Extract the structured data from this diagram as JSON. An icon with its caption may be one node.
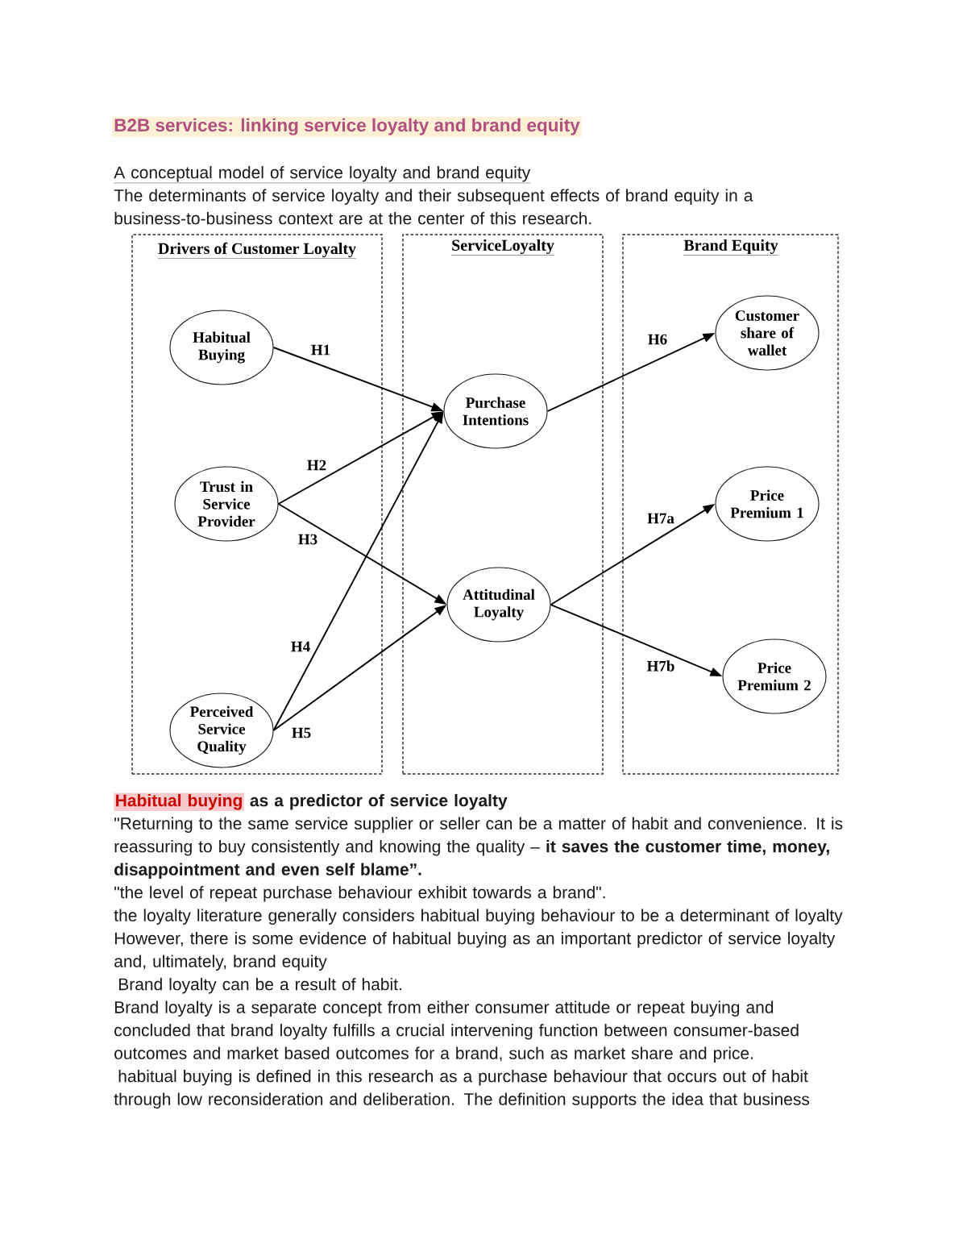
{
  "diagram": {
    "title": "B2B services: linking service loyalty and brand equity",
    "nodes": [
      {
        "text": [
          "Drivers of Customer Loyalty"
        ]
      },
      {
        "text": [
          "ServiceLoyalty"
        ]
      },
      {
        "text": [
          "Brand Equity"
        ]
      },
      {
        "text": [
          "Habitual Buying"
        ],
        "in": 0
      },
      {
        "text": [
          "Trust in Service Provider"
        ],
        "in": 0
      },
      {
        "text": [
          "Perceived Service Quality"
        ],
        "in": 0
      },
      {
        "text": [
          "Purchase Intentions"
        ],
        "in": 1
      },
      {
        "text": [
          "Attitudinal Loyalty"
        ],
        "in": 1
      },
      {
        "text": [
          "Customer share of wallet"
        ],
        "in": 2
      },
      {
        "text": [
          "Price Premium 1"
        ],
        "in": 2
      },
      {
        "text": [
          "Price Premium 2"
        ],
        "in": 2
      }
    ],
    "edges": [
      {
        "from": 3,
        "to": 6,
        "arrow": "to",
        "label": "H1"
      },
      {
        "from": 4,
        "to": 6,
        "arrow": "to",
        "label": "H2"
      },
      {
        "from": 4,
        "to": 7,
        "arrow": "to",
        "label": "H3"
      },
      {
        "from": 5,
        "to": 6,
        "arrow": "to",
        "label": "H4"
      },
      {
        "from": 5,
        "to": 7,
        "arrow": "to",
        "label": "H5"
      },
      {
        "from": 6,
        "to": 8,
        "arrow": "to",
        "label": "H6"
      },
      {
        "from": 7,
        "to": 9,
        "arrow": "to",
        "label": "H7a"
      },
      {
        "from": 7,
        "to": 10,
        "arrow": "to",
        "label": "H7b"
      }
    ],
    "labels": [
      "A conceptual model of service loyalty and brand equity",
      "The determinants of service loyalty and their subsequent effects of brand equity in a business-to-business context are at the center of this research.",
      "Habitual buying",
      "as a predictor of service loyalty",
      "\"Returning to the same service supplier or seller can be a matter of habit and convenience. It is reassuring to buy consistently and knowing the quality – **it saves the customer time, money, disappointment and even self blame”.**",
      "\"the level of repeat purchase behaviour exhibit towards a brand\".",
      "the loyalty literature generally considers habitual buying behaviour to be a determinant of loyalty",
      "However, there is some evidence of habitual buying as an important predictor of service loyalty and, ultimately, brand equity",
      "Brand loyalty can be a result of habit.",
      "Brand loyalty is a separate concept from either consumer attitude or repeat buying and concluded that brand loyalty fulfills a crucial intervening function between consumer-based outcomes and market based outcomes for a brand, such as market share and price.",
      "habitual buying is defined in this research as a purchase behaviour that occurs out of habit through low reconsideration and deliberation. The definition supports the idea that business"
    ]
  }
}
